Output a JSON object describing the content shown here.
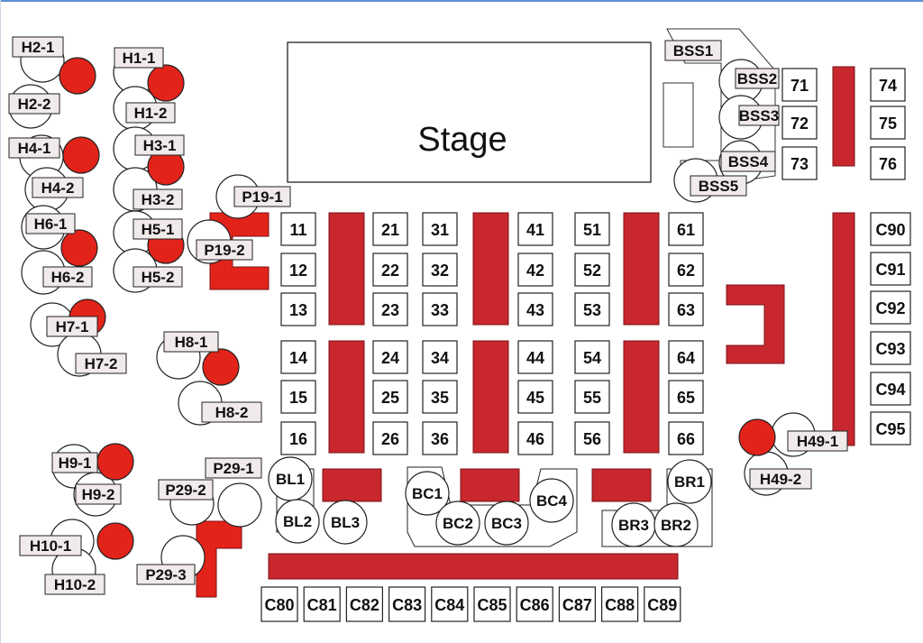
{
  "stage": {
    "label": "Stage"
  },
  "colors": {
    "red": "#c8272e",
    "bright_red": "#e2231a",
    "outline": "#222222",
    "tag_bg": "#f1eaea"
  },
  "tables": {
    "col1": [
      "11",
      "12",
      "13",
      "14",
      "15",
      "16"
    ],
    "col2": [
      "21",
      "22",
      "23",
      "24",
      "25",
      "26"
    ],
    "col3": [
      "31",
      "32",
      "33",
      "34",
      "35",
      "36"
    ],
    "col4": [
      "41",
      "42",
      "43",
      "44",
      "45",
      "46"
    ],
    "col5": [
      "51",
      "52",
      "53",
      "54",
      "55",
      "56"
    ],
    "col6": [
      "61",
      "62",
      "63",
      "64",
      "65",
      "66"
    ],
    "right_top": [
      "71",
      "72",
      "73",
      "74",
      "75",
      "76"
    ],
    "right_c": [
      "C90",
      "C91",
      "C92",
      "C93",
      "C94",
      "C95"
    ],
    "bottom_c": [
      "C80",
      "C81",
      "C82",
      "C83",
      "C84",
      "C85",
      "C86",
      "C87",
      "C88",
      "C89"
    ]
  },
  "round_seats": {
    "bl": [
      "BL1",
      "BL2",
      "BL3"
    ],
    "bc": [
      "BC1",
      "BC2",
      "BC3",
      "BC4"
    ],
    "br": [
      "BR1",
      "BR3",
      "BR2"
    ]
  },
  "left_tags": [
    "H2-1",
    "H2-2",
    "H4-1",
    "H4-2",
    "H6-1",
    "H6-2",
    "H1-1",
    "H1-2",
    "H3-1",
    "H3-2",
    "H5-1",
    "H5-2",
    "H7-1",
    "H7-2",
    "H8-1",
    "H8-2",
    "H9-1",
    "H9-2",
    "H10-1",
    "H10-2",
    "P19-1",
    "P19-2",
    "P29-1",
    "P29-2",
    "P29-3"
  ],
  "right_tags": [
    "BSS1",
    "BSS2",
    "BSS3",
    "BSS4",
    "BSS5",
    "H49-1",
    "H49-2"
  ]
}
